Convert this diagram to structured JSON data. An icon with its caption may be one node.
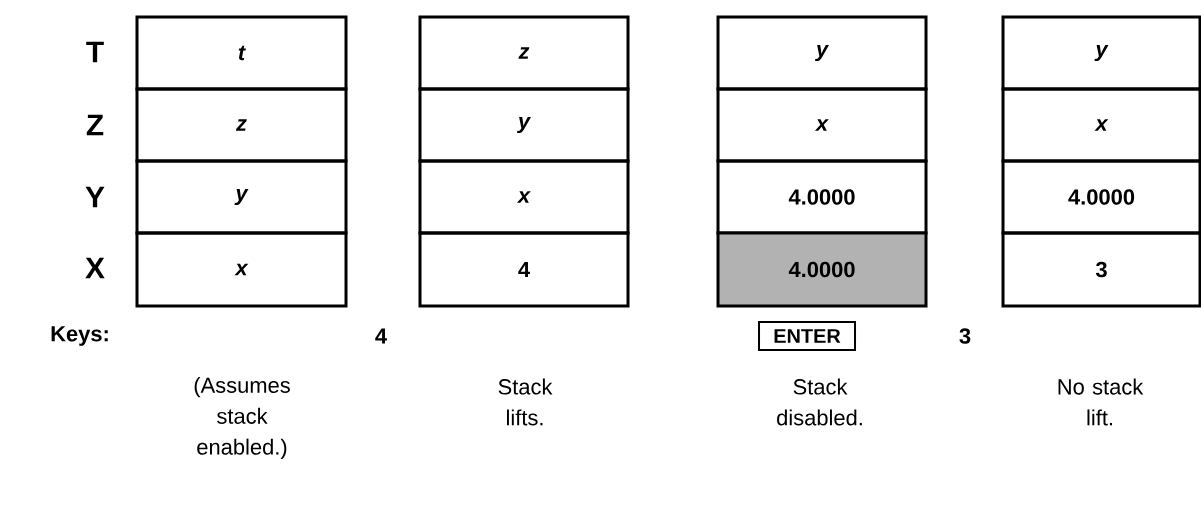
{
  "diagram": {
    "nodes": [
      {
        "text": [
          "t"
        ]
      },
      {
        "text": [
          "z"
        ]
      },
      {
        "text": [
          "y"
        ]
      },
      {
        "text": [
          "x"
        ]
      },
      {
        "text": [
          "z"
        ]
      },
      {
        "text": [
          "y"
        ]
      },
      {
        "text": [
          "x"
        ]
      },
      {
        "text": [
          "4"
        ]
      },
      {
        "text": [
          "y"
        ]
      },
      {
        "text": [
          "x"
        ]
      },
      {
        "text": [
          "4.0000"
        ]
      },
      {
        "text": [
          "4.0000"
        ]
      },
      {
        "text": [
          "y"
        ]
      },
      {
        "text": [
          "x"
        ]
      },
      {
        "text": [
          "4.0000"
        ]
      },
      {
        "text": [
          "3"
        ]
      },
      {
        "text": [
          "ENTER"
        ]
      }
    ],
    "labels": [
      "T",
      "Z",
      "Y",
      "X",
      "Keys:",
      "4",
      "3",
      "(Assumes stack enabled.)",
      "Stack lifts.",
      "Stack disabled.",
      "No stack lift."
    ]
  }
}
